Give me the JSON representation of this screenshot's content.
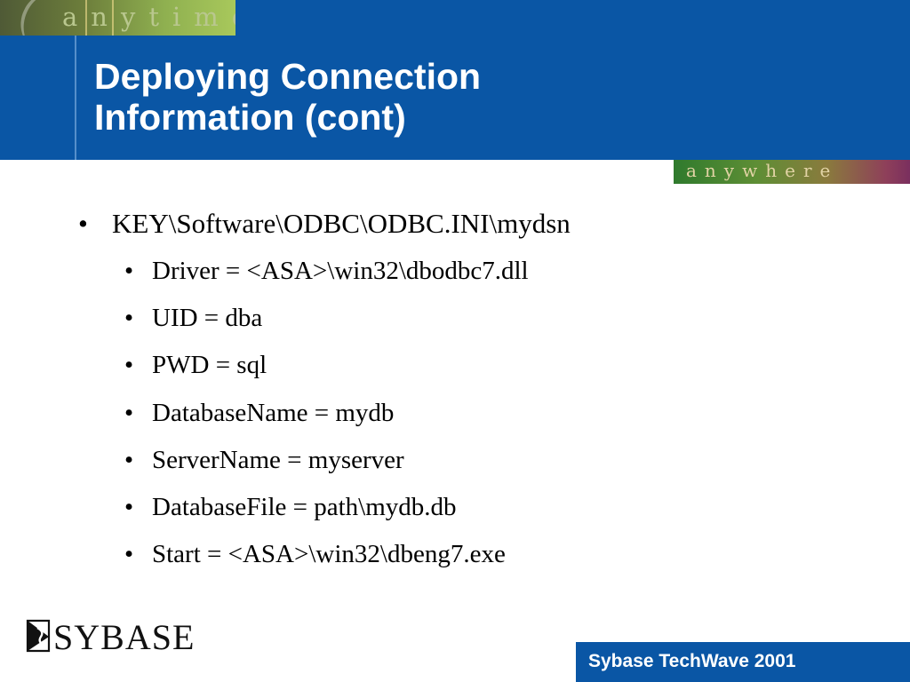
{
  "header": {
    "title_line1": "Deploying Connection",
    "title_line2": "Information (cont)",
    "anytime_label": "anytime",
    "anywhere_label": "anywhere"
  },
  "bullets": {
    "marker": "•",
    "key_path": "KEY\\Software\\ODBC\\ODBC.INI\\mydsn",
    "items": [
      "Driver = <ASA>\\win32\\dbodbc7.dll",
      "UID = dba",
      "PWD = sql",
      "DatabaseName = mydb",
      "ServerName = myserver",
      "DatabaseFile = path\\mydb.db",
      "Start = <ASA>\\win32\\dbeng7.exe"
    ]
  },
  "footer": {
    "logo_text": "SYBASE",
    "event_label": "Sybase TechWave 2001"
  },
  "colors": {
    "header_blue": "#0a56a5",
    "text": "#000000",
    "title_text": "#ffffff"
  }
}
